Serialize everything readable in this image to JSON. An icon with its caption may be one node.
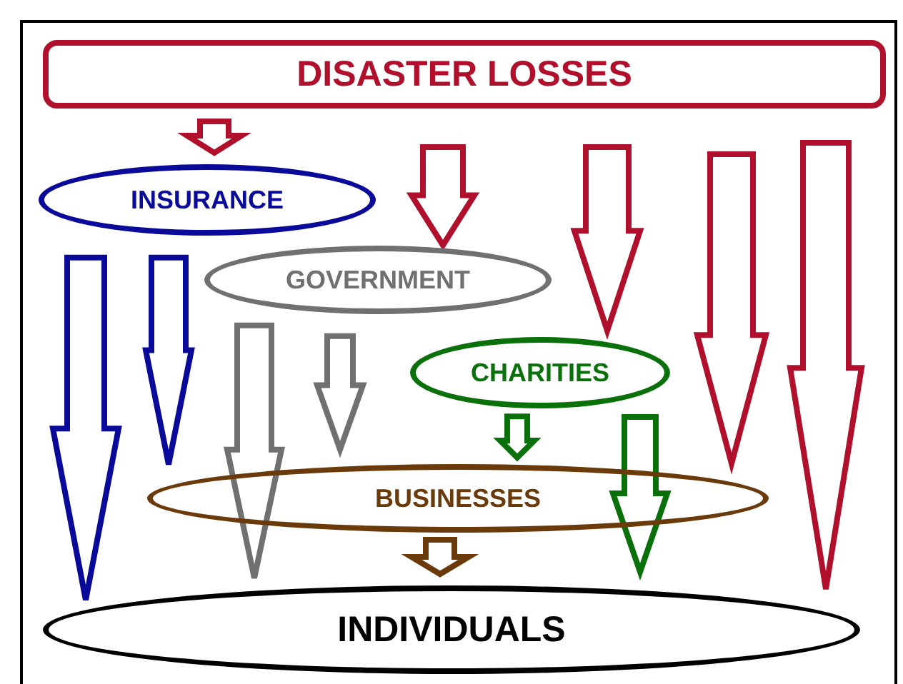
{
  "diagram": {
    "nodes": [
      {
        "text": [
          "DISASTER LOSSES"
        ]
      },
      {
        "text": [
          "INSURANCE"
        ]
      },
      {
        "text": [
          "GOVERNMENT"
        ]
      },
      {
        "text": [
          "CHARITIES"
        ]
      },
      {
        "text": [
          "BUSINESSES"
        ]
      },
      {
        "text": [
          "INDIVIDUALS"
        ]
      }
    ],
    "edges": [
      {
        "from": 0,
        "to": 1,
        "arrow": "to"
      },
      {
        "from": 0,
        "to": 2,
        "arrow": "to"
      },
      {
        "from": 0,
        "to": 3,
        "arrow": "to"
      },
      {
        "from": 0,
        "to": 4,
        "arrow": "to"
      },
      {
        "from": 0,
        "to": 5,
        "arrow": "to"
      },
      {
        "from": 1,
        "to": 5,
        "arrow": "to",
        "color": "#0a0a9a"
      },
      {
        "from": 1,
        "to": 4,
        "arrow": "to",
        "color": "#0a0a9a"
      },
      {
        "from": 2,
        "to": 5,
        "arrow": "to",
        "color": "#707070"
      },
      {
        "from": 2,
        "to": 4,
        "arrow": "to",
        "color": "#707070"
      },
      {
        "from": 3,
        "to": 4,
        "arrow": "to",
        "color": "#0a700a"
      },
      {
        "from": 3,
        "to": 5,
        "arrow": "to",
        "color": "#0a700a"
      },
      {
        "from": 4,
        "to": 5,
        "arrow": "to",
        "color": "#6b3a0a"
      }
    ]
  }
}
